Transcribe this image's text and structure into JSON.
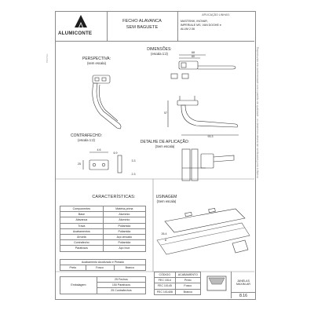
{
  "header": {
    "logo_text": "ALUMICONTE",
    "title_line1": "FECHO ALAVANCA",
    "title_line2": "SEM BAGUETE",
    "app_label": "APLICAÇÃO LINHAS:",
    "app_lines": [
      "MASTEINK, INOVAR,",
      "IMPERIALE MS, VAN DOGHE e",
      "ALUM 2.06"
    ]
  },
  "side_left_text": "PORTAL",
  "side_right_text": "Reproduzido em conformidade com o padrão de qualidade - os desenhos devem ser verificados junto à fábrica",
  "views": {
    "perspectiva": "PERSPECTIVA:",
    "perspectiva_scale": "(sem escala)",
    "dimensoes": "DIMENSÕES:",
    "dimensoes_scale": "(escala 1:2)",
    "contrafecho": "CONTRAFECHO:",
    "contrafecho_scale": "(escala 1:2)",
    "detalhe": "DETALHE DE APLICAÇÃO:",
    "detalhe_scale": "(Sem escala)",
    "usinagem": "USINAGEM",
    "usinagem_scale": "(Sem escala)"
  },
  "dims": {
    "top_w1": "68",
    "top_w2": "60",
    "side_h": "57",
    "side_w": "93.3",
    "cf_w1": "4.6",
    "cf_w2": "6.9",
    "cf_h": "25",
    "cf_d1": "3.3",
    "cf_d2": "2.3",
    "us_a": "26.4",
    "us_b": "8"
  },
  "characteristics": {
    "title": "CARACTERÍSTICAS:",
    "headers": [
      "Componentes",
      "Matéria-prima"
    ],
    "rows": [
      [
        "Base",
        "Alumínio"
      ],
      [
        "Alavanca",
        "Alumínio"
      ],
      [
        "Trava",
        "Poliamida"
      ],
      [
        "Acabamentos",
        "Poliamida"
      ],
      [
        "Arruela",
        "Aço zincado"
      ],
      [
        "Contrafecho",
        "Poliamida"
      ],
      [
        "Parafusos",
        "Aço Inox"
      ]
    ]
  },
  "finish": {
    "title": "Acabamento Anodizado e Pintado",
    "options": [
      "Preto",
      "Fosco",
      "Branco"
    ]
  },
  "packaging": {
    "label": "Embalagem",
    "rows": [
      "25 Fechos",
      "150 Parafusos",
      "25 Contrafechos"
    ]
  },
  "codes": {
    "headers": [
      "CÓDIGO",
      "ACABAMENTO"
    ],
    "rows": [
      [
        "FEC 1514",
        "Preto"
      ],
      [
        "FEC 10145",
        "Fosco"
      ],
      [
        "FEC 101408",
        "Branco"
      ]
    ]
  },
  "footer": {
    "line1": "JANELAS",
    "line2": "MAXIM-AR",
    "page": "8.16"
  }
}
